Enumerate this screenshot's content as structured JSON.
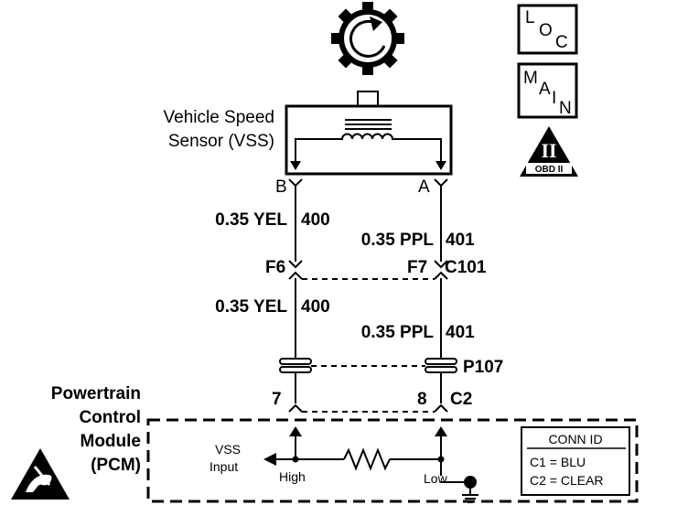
{
  "sensor": {
    "name_line1": "Vehicle Speed",
    "name_line2": "Sensor (VSS)",
    "pin_b": "B",
    "pin_a": "A"
  },
  "wires_upper": {
    "left_gauge_color": "0.35 YEL",
    "left_circuit": "400",
    "right_gauge_color": "0.35 PPL",
    "right_circuit": "401"
  },
  "connector_c101": {
    "left_pin": "F6",
    "right_pin": "F7",
    "name": "C101"
  },
  "wires_lower": {
    "left_gauge_color": "0.35 YEL",
    "left_circuit": "400",
    "right_gauge_color": "0.35 PPL",
    "right_circuit": "401"
  },
  "connector_p107": {
    "name": "P107"
  },
  "connector_c2": {
    "left_pin": "7",
    "right_pin": "8",
    "name": "C2"
  },
  "module": {
    "name_line1": "Powertrain",
    "name_line2": "Control",
    "name_line3": "Module",
    "name_line4": "(PCM)",
    "input_line1": "VSS",
    "input_line2": "Input",
    "high_label": "High",
    "low_label": "Low"
  },
  "conn_id": {
    "title": "CONN ID",
    "c1": "C1 = BLU",
    "c2": "C2 = CLEAR"
  },
  "badges": {
    "loc": {
      "l": "L",
      "o": "O",
      "c": "C"
    },
    "main": {
      "m": "M",
      "a": "A",
      "i": "I",
      "n": "N"
    },
    "obd": {
      "numeral": "II",
      "text": "OBD II"
    }
  }
}
